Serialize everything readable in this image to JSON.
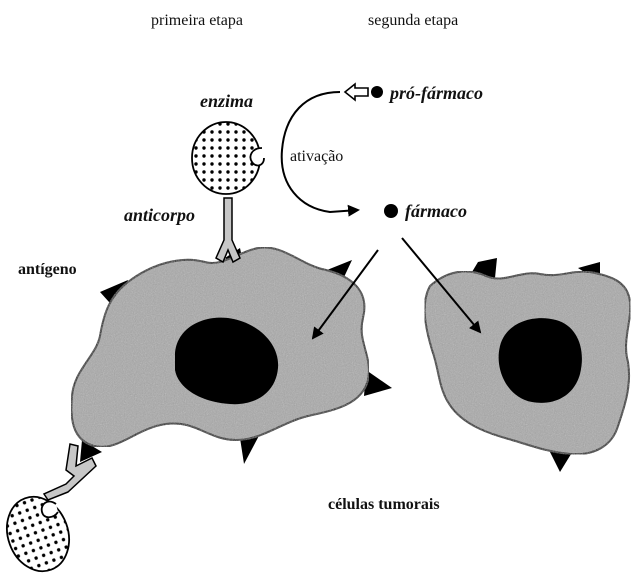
{
  "header": {
    "step1": "primeira etapa",
    "step2": "segunda etapa"
  },
  "labels": {
    "enzyme": "enzima",
    "antibody": "anticorpo",
    "antigen": "antígeno",
    "activation": "ativação",
    "prodrug": "pró-fármaco",
    "drug": "fármaco",
    "tumor_cells": "células tumorais"
  },
  "colors": {
    "cell_fill": "#a9a9a9",
    "cell_texture": "#7a7a7a",
    "nucleus": "#000000",
    "antibody_fill": "#c7c7c7",
    "enzyme_fill": "#ffffff",
    "text": "#111111"
  },
  "icons": {
    "antigen": "triangle",
    "drug": "filled-circle",
    "prodrug": "arrow-with-circle"
  }
}
